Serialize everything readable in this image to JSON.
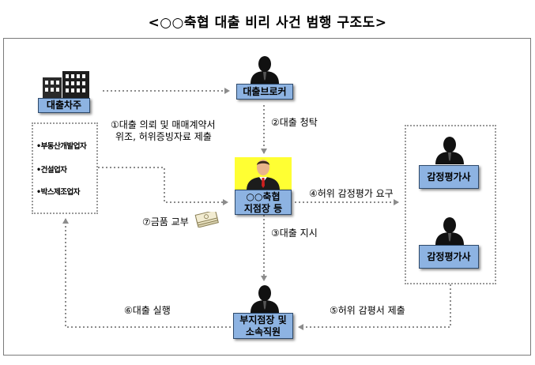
{
  "title": "<○○축협 대출 비리 사건 범행 구조도>",
  "nodes": {
    "loan_owner": "대출차주",
    "broker": "대출브로커",
    "branch_manager_line1": "○○축협",
    "branch_manager_line2": "지점장 등",
    "appraiser_1": "감정평가사",
    "appraiser_2": "감정평가사",
    "deputy_line1": "부지점장 및",
    "deputy_line2": "소속직원"
  },
  "owner_list": [
    "•부동산개발업자",
    "•건설업자",
    "•박스제조업자"
  ],
  "steps": {
    "step1_line1": "①대출 의뢰 및 매매계약서",
    "step1_line2": "위조, 허위증빙자료 제출",
    "step2": "②대출 청탁",
    "step3": "③대출 지시",
    "step4": "④허위 감정평가 요구",
    "step5": "⑤허위 감평서 제출",
    "step6": "⑥대출 실행",
    "step7": "⑦금품 교부"
  },
  "icons": {
    "building": "building-icon",
    "person": "person-silhouette-icon",
    "manager": "manager-person-icon",
    "money": "money-bills-icon"
  },
  "colors": {
    "label_fill": "#8db3e2",
    "manager_highlight": "#ffff33",
    "arrow": "#8c8c8c"
  }
}
